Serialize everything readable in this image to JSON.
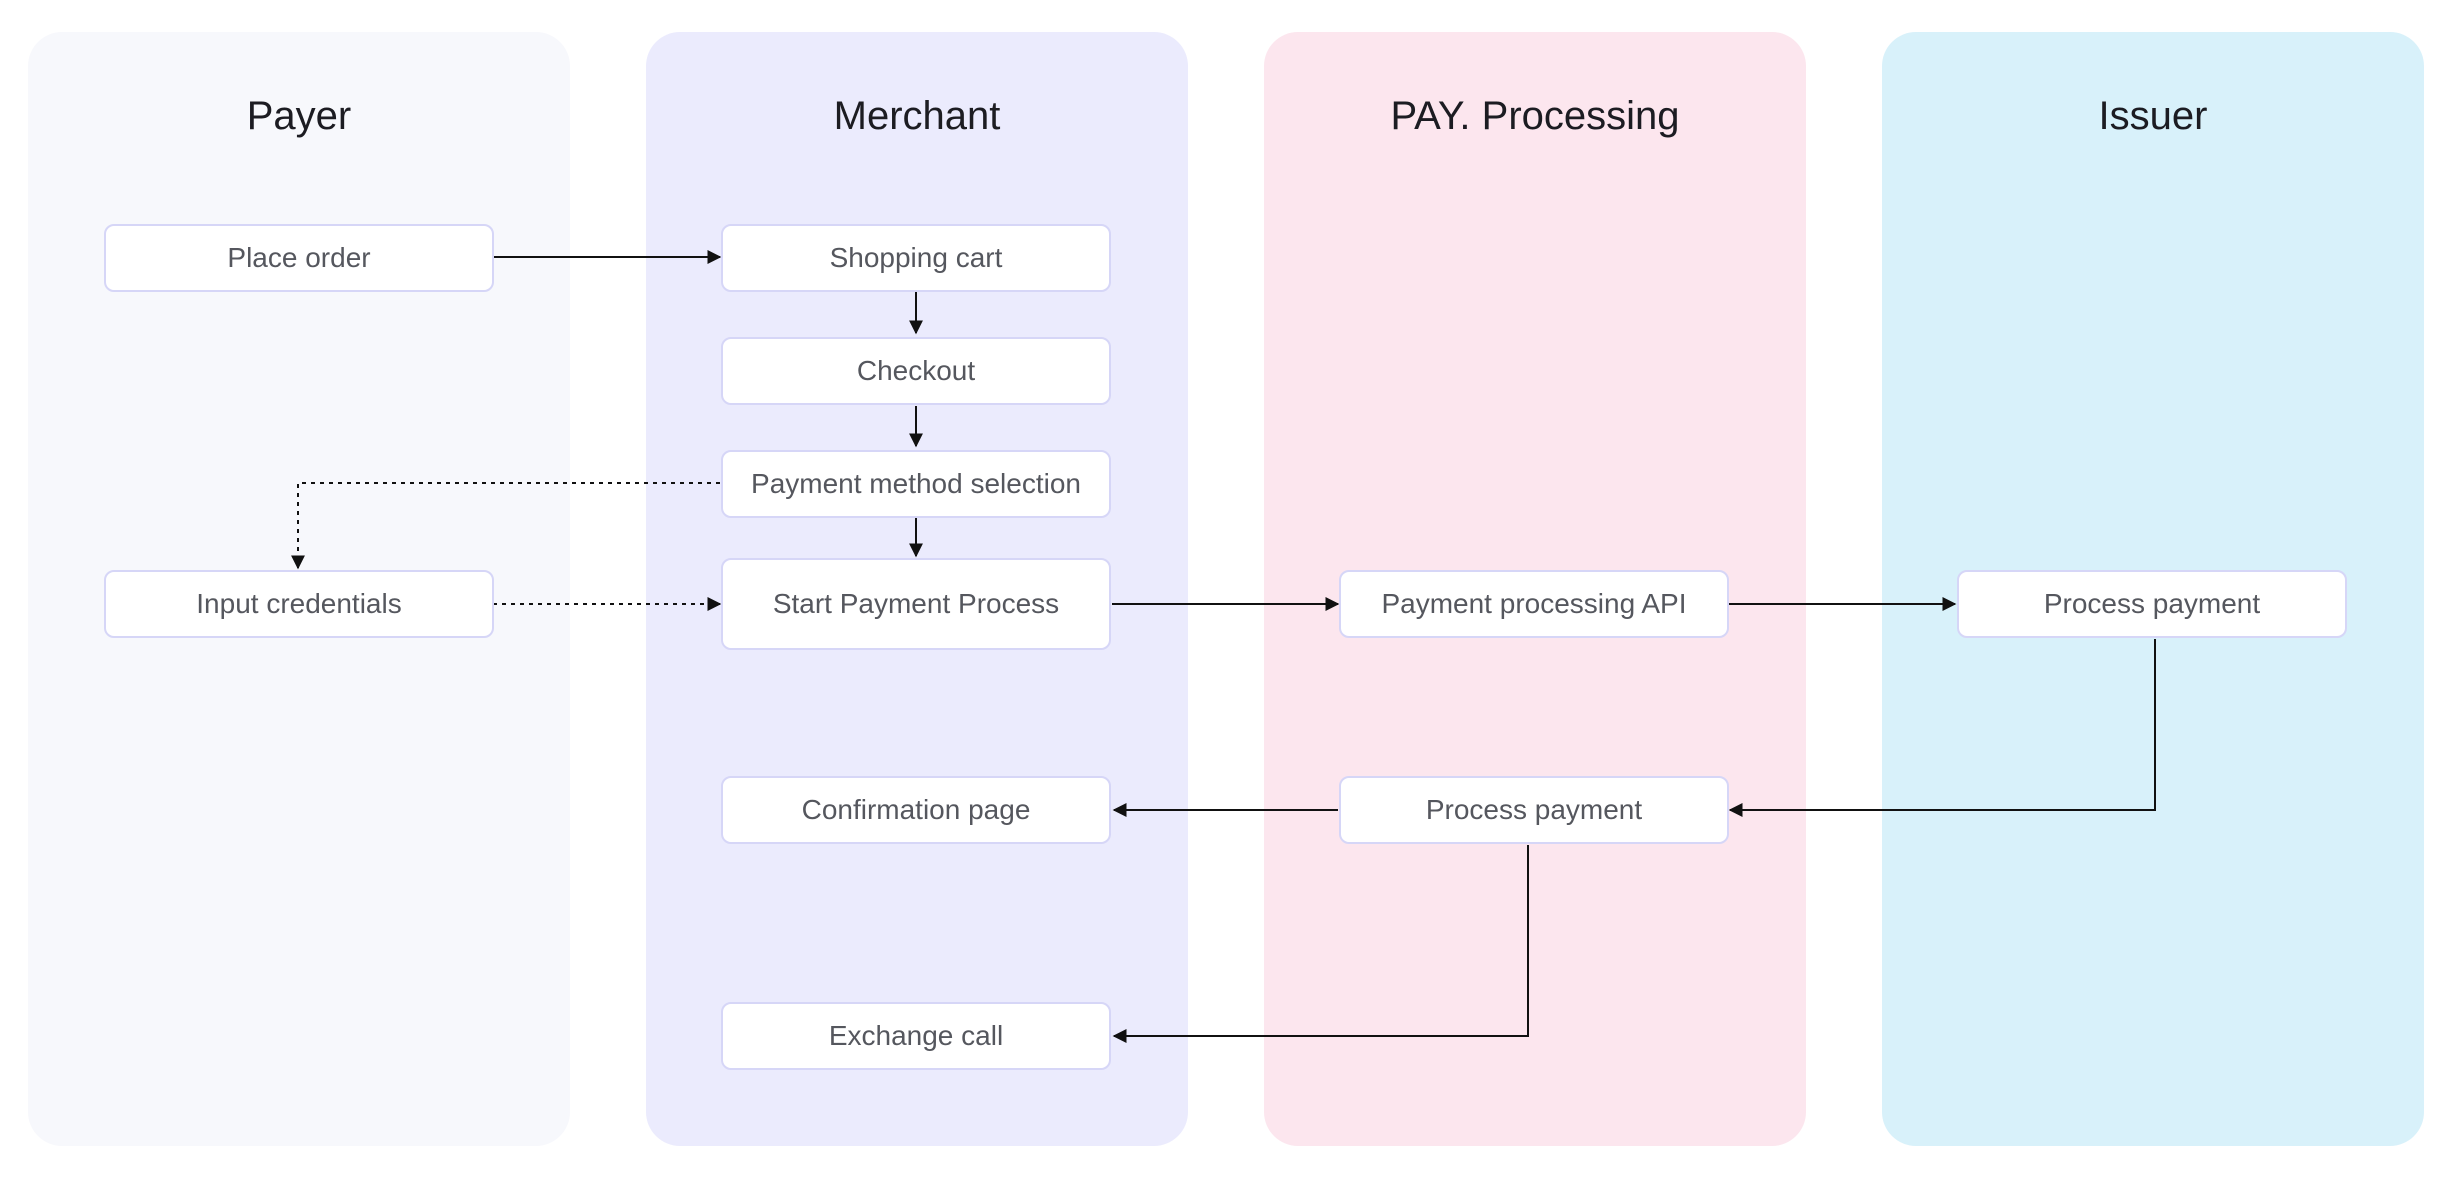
{
  "lanes": {
    "payer": "Payer",
    "merchant": "Merchant",
    "processing": "PAY. Processing",
    "issuer": "Issuer"
  },
  "nodes": {
    "place_order": "Place order",
    "input_credentials": "Input credentials",
    "shopping_cart": "Shopping cart",
    "checkout": "Checkout",
    "payment_method_selection": "Payment method selection",
    "start_payment_process": "Start Payment Process",
    "confirmation_page": "Confirmation page",
    "exchange_call": "Exchange call",
    "payment_processing_api": "Payment processing API",
    "process_payment_processing": "Process payment",
    "process_payment_issuer": "Process payment"
  },
  "edges": [
    {
      "from": "place_order",
      "to": "shopping_cart",
      "style": "solid"
    },
    {
      "from": "shopping_cart",
      "to": "checkout",
      "style": "solid"
    },
    {
      "from": "checkout",
      "to": "payment_method_selection",
      "style": "solid"
    },
    {
      "from": "payment_method_selection",
      "to": "start_payment_process",
      "style": "solid"
    },
    {
      "from": "payment_method_selection",
      "to": "input_credentials",
      "style": "dotted"
    },
    {
      "from": "input_credentials",
      "to": "start_payment_process",
      "style": "dotted"
    },
    {
      "from": "start_payment_process",
      "to": "payment_processing_api",
      "style": "solid"
    },
    {
      "from": "payment_processing_api",
      "to": "process_payment_issuer",
      "style": "solid"
    },
    {
      "from": "process_payment_issuer",
      "to": "process_payment_processing",
      "style": "solid"
    },
    {
      "from": "process_payment_processing",
      "to": "confirmation_page",
      "style": "solid"
    },
    {
      "from": "process_payment_processing",
      "to": "exchange_call",
      "style": "solid"
    }
  ],
  "colors": {
    "payer_lane": "#f7f8fc",
    "merchant_lane": "#ebebfd",
    "processing_lane": "#fce6ee",
    "issuer_lane": "#d8f1fa",
    "node_border": "#d6d6f7",
    "connector": "#111111"
  }
}
